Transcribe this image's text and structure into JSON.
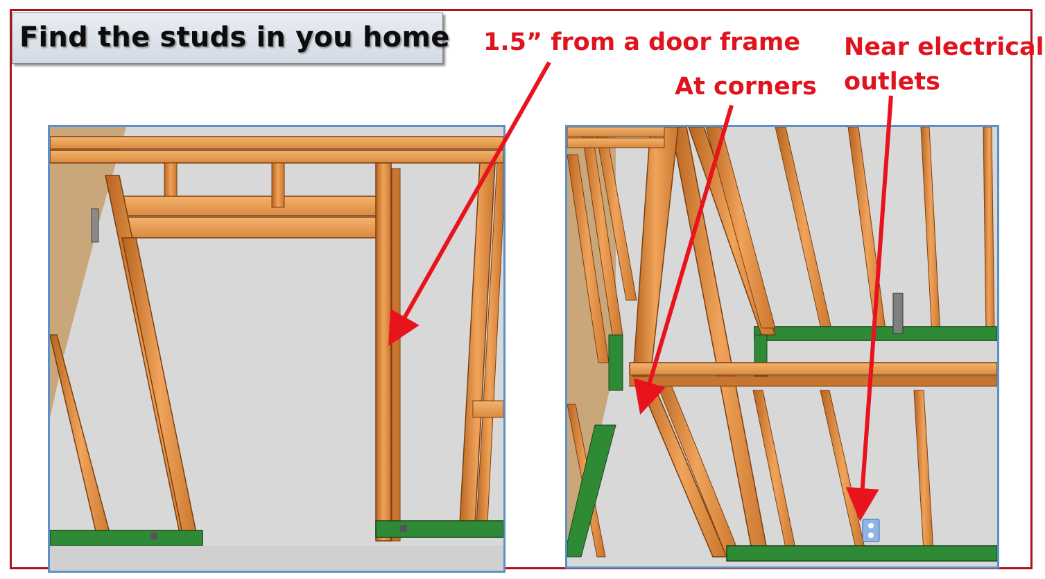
{
  "slide": {
    "title": "Find the studs in you home",
    "frame_color": "#b0121b",
    "callout_color": "#e0141e",
    "panel_border_color": "#5d8fc8"
  },
  "callouts": {
    "door_frame": "1.5” from a door frame",
    "corners": "At corners",
    "outlets_line1": "Near electrical",
    "outlets_line2": "outlets"
  },
  "images": {
    "left": "wall-framing-door-opening-illustration",
    "right": "wall-framing-corner-illustration"
  }
}
